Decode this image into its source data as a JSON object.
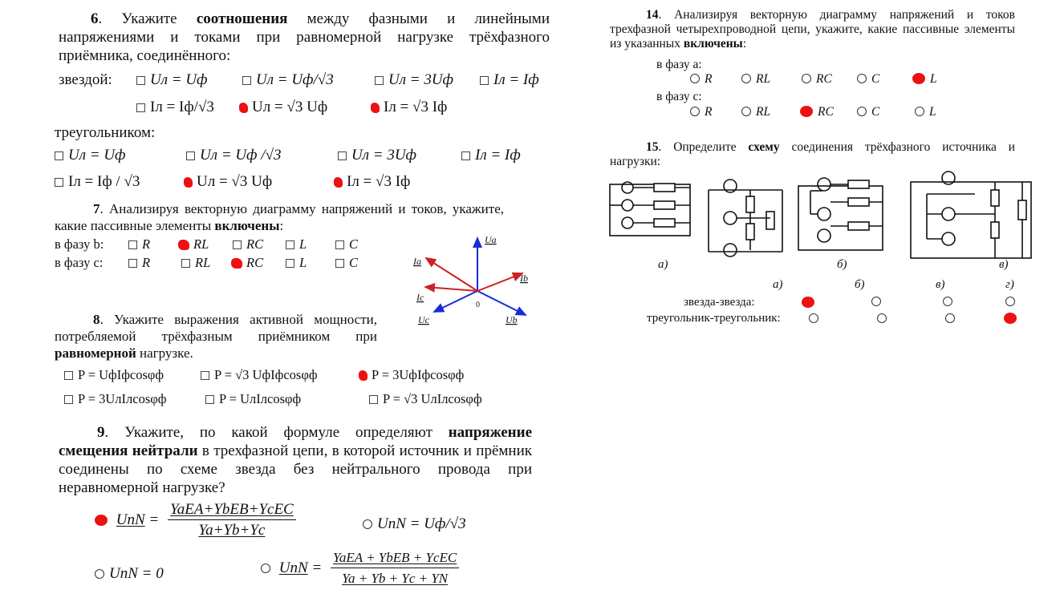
{
  "q6": {
    "num": "6",
    "text_before": ". Укажите ",
    "bold": "соотношения",
    "text_after": " между фазными и линейными напряжениями и токами при равномерной нагрузке трёхфазного приёмника, соединённого:",
    "star_label": "звездой:",
    "star": [
      "Uл = Uф",
      "Uл = Uф/√3",
      "Uл = 3Uф",
      "Iл = Iф",
      "Iл = Iф/√3",
      "Uл = √3 Uф",
      "Iл = √3 Iф"
    ],
    "tri_label": "треугольником:",
    "tri": [
      "Uл = Uф",
      "Uл = Uф /√3",
      "Uл = 3Uф",
      "Iл = Iф",
      "Iл = Iф / √3",
      "Uл = √3 Uф",
      "Iл = √3 Iф"
    ],
    "star_checked": [
      5,
      6
    ],
    "tri_checked": [
      5,
      6
    ]
  },
  "q7": {
    "num": "7",
    "text_before": ". Анализируя векторную диаграмму напряжений и токов, укажите, какие пассивные элементы ",
    "bold": "включены",
    "text_after": ":",
    "phase_b_label": "в фазу b:",
    "phase_c_label": "в фазу c:",
    "options": [
      "R",
      "RL",
      "RC",
      "L",
      "C"
    ],
    "b_checked": 1,
    "c_checked": 2,
    "diagram": {
      "Ua": "Ua",
      "Ia": "Ia",
      "Ib": "Ib",
      "Ic": "Ic",
      "Uc": "Uc",
      "Ub": "Ub",
      "zero": "0"
    }
  },
  "q8": {
    "num": "8",
    "text_before": ". Укажите выражения активной мощности, потребляемой трёхфазным приёмником при ",
    "bold": "равномерной",
    "text_after": " нагрузке.",
    "options": [
      "P = UфIфcosφф",
      "P = √3 UфIфcosφф",
      "P = 3UфIфcosφф",
      "P = 3UлIлcosφф",
      "P = UлIлcosφф",
      "P = √3 UлIлcosφф"
    ],
    "checked": 2
  },
  "q9": {
    "num": "9",
    "text_before": ". Укажите, по какой формуле определяют ",
    "bold": "напряжение смещения нейтрали",
    "text_after": " в трехфазной цепи, в которой источник и прёмник соединены по схеме звезда без нейтрального провода при неравномерной нагрузке?",
    "f1_lhs": "UnN",
    "f1_num": "YaEA+YbEB+YcEC",
    "f1_den": "Ya+Yb+Yc",
    "f2": "UnN = Uф/√3",
    "f3": "UnN = 0",
    "f4_num": "YaEA + YbEB + YcEC",
    "f4_den": "Ya + Yb + Yc + YN",
    "checked": 0
  },
  "q14": {
    "num": "14",
    "text_before": ". Анализируя векторную диаграмму напряжений и токов трехфазной четырехпроводной цепи, укажите, какие пассивные элементы из указанных ",
    "bold": "включены",
    "text_after": ":",
    "phase_a_label": "в фазу a:",
    "phase_c_label": "в фазу c:",
    "options": [
      "R",
      "RL",
      "RC",
      "C",
      "L"
    ],
    "a_checked": 4,
    "c_checked": 2
  },
  "q15": {
    "num": "15",
    "text_before": ". Определите ",
    "bold": "схему",
    "text_after": " соединения трёхфазного источника и нагрузки:",
    "scheme_labels": [
      "а)",
      "б)",
      "в)"
    ],
    "col_labels": [
      "а)",
      "б)",
      "в)",
      "г)"
    ],
    "row1": "звезда-звезда:",
    "row2": "треугольник-треугольник:",
    "row1_checked": 0,
    "row2_checked": 3
  },
  "colors": {
    "mark": "#e11111",
    "red_vector": "#cc2222",
    "blue_vector": "#1a2bd6"
  }
}
